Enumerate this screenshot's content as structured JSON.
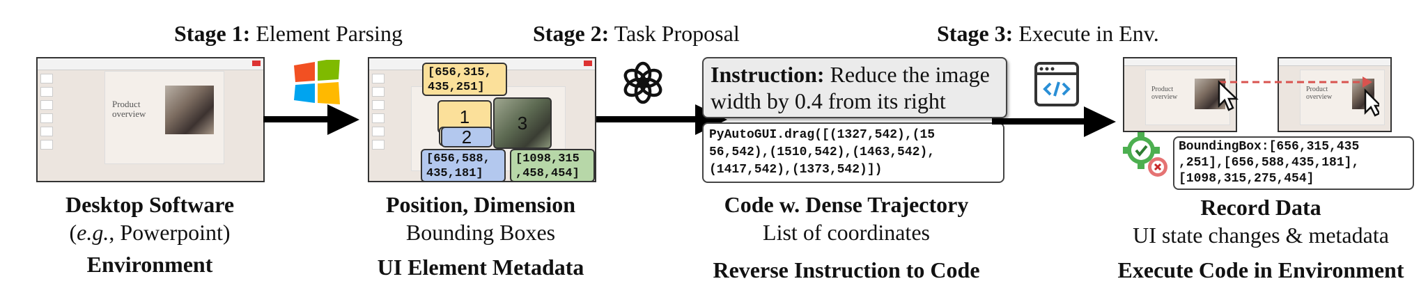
{
  "stages": {
    "s1": {
      "bold": "Stage 1:",
      "text": "Element Parsing"
    },
    "s2": {
      "bold": "Stage 2:",
      "text": "Task Proposal"
    },
    "s3": {
      "bold": "Stage 3:",
      "text": "Execute in Env."
    }
  },
  "col1": {
    "title": "Desktop Software",
    "eg": "e.g.",
    "sub_rest": ", Powerpoint)",
    "bottom": "Environment"
  },
  "col2": {
    "title": "Position, Dimension",
    "sub": "Bounding Boxes",
    "bottom": "UI Element Metadata"
  },
  "col3": {
    "title": "Code w. Dense Trajectory",
    "sub": "List of coordinates",
    "bottom": "Reverse Instruction to Code"
  },
  "col4": {
    "title": "Record Data",
    "sub": "UI state changes & metadata",
    "bottom": "Execute Code in Environment"
  },
  "slide": {
    "title_line1": "Product",
    "title_line2": "overview"
  },
  "bboxes": {
    "yellow": "[656,315,\n435,251]",
    "blue": "[656,588,\n435,181]",
    "green": "[1098,315\n,458,454]",
    "n1": "1",
    "n2": "2",
    "n3": "3"
  },
  "instruction": {
    "bold": "Instruction:",
    "text": "Reduce the image width by 0.4 from its right"
  },
  "code": "PyAutoGUI.drag([(1327,542),(15\n56,542),(1510,542),(1463,542),\n(1417,542),(1373,542)])",
  "bounding": "BoundingBox:[656,315,435\n,251],[656,588,435,181],\n[1098,315,275,454]",
  "colors": {
    "yellow": "#fbe09a",
    "blue": "#b3c8ee",
    "green": "#b7d7a8",
    "win_red": "#f25022",
    "win_green": "#7fba00",
    "win_blue": "#00a4ef",
    "win_yellow": "#ffb900"
  },
  "icons": [
    "windows-logo-icon",
    "openai-logo-icon",
    "code-window-icon",
    "gear-check-icon",
    "cursor-icon"
  ]
}
